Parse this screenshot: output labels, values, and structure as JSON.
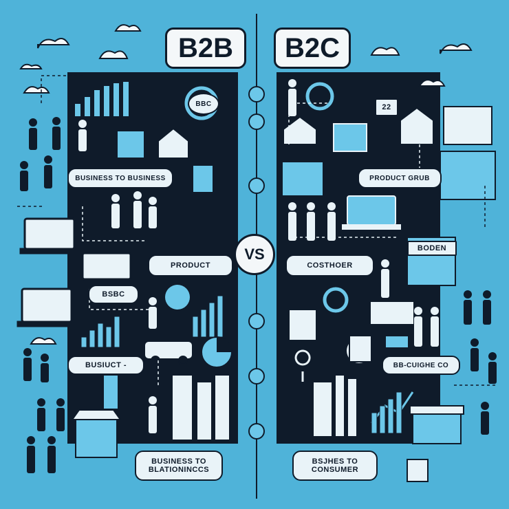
{
  "header": {
    "left_title": "B2B",
    "right_title": "B2C",
    "center_badge": "VS"
  },
  "labels": {
    "b2b_business_to_business": "BUSINESS TO BUSINESS",
    "b2b_product": "PRODUCT",
    "b2b_bsbc": "BSBC",
    "b2b_busiuct": "BUSIUCT -",
    "b2b_bottom": "BUSINESS TO BLATIONINCCS",
    "b2c_product_grub": "PRODUCT GRUB",
    "b2c_costhoer": "COSTHOER",
    "b2c_bb_cuighe": "BB-CUIGHE CO",
    "b2c_bottom": "BSJHES TO CONSUMER",
    "bbc_badge": "BBC",
    "store_sign": "BODEN",
    "cal_num": "22"
  },
  "icons": {
    "colors": {
      "background": "#4fb3d9",
      "panel": "#0f1b2a",
      "accent_light": "#6cc7e9",
      "accent_pale": "#e9f3f8"
    }
  }
}
